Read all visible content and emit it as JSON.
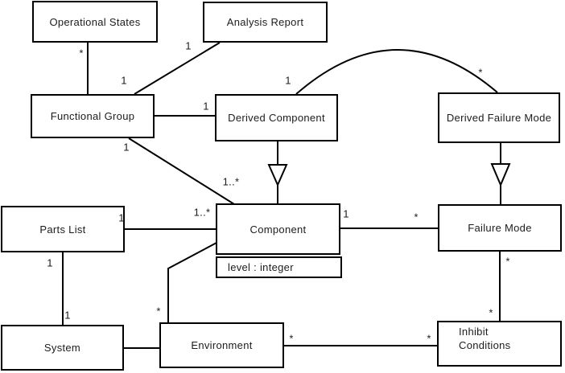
{
  "diagram": {
    "type": "uml-class-diagram",
    "colors": {
      "background": "#ffffff",
      "box_fill": "#ffffff",
      "box_border": "#000000",
      "line": "#000000",
      "text": "#1c1c1c"
    },
    "nodes": {
      "operational_states": {
        "label": "Operational States"
      },
      "analysis_report": {
        "label": "Analysis Report"
      },
      "functional_group": {
        "label": "Functional Group"
      },
      "derived_component": {
        "label": "Derived Component"
      },
      "derived_failure_mode": {
        "label": "Derived Failure Mode"
      },
      "parts_list": {
        "label": "Parts List"
      },
      "component": {
        "label": "Component",
        "attribute": "level : integer"
      },
      "failure_mode": {
        "label": "Failure Mode"
      },
      "system": {
        "label": "System"
      },
      "environment": {
        "label": "Environment"
      },
      "inhibit_conditions": {
        "label": "Inhibit\nConditions"
      }
    },
    "associations": [
      {
        "from": "Functional Group",
        "to": "Operational States",
        "from_mult": "1",
        "to_mult": "*"
      },
      {
        "from": "Functional Group",
        "to": "Analysis Report",
        "to_mult": "1"
      },
      {
        "from": "Functional Group",
        "to": "Derived Component",
        "to_mult": "1"
      },
      {
        "from": "Derived Component",
        "to": "Derived Failure Mode",
        "from_mult": "1",
        "to_mult": "*"
      },
      {
        "from": "Functional Group",
        "to": "Component",
        "from_mult": "1",
        "to_mult": "1..*"
      },
      {
        "from": "Parts List",
        "to": "Component",
        "from_mult": "1",
        "to_mult": "1..*"
      },
      {
        "from": "Component",
        "to": "Failure Mode",
        "from_mult": "1",
        "to_mult": "*"
      },
      {
        "from": "Parts List",
        "to": "System",
        "from_mult": "1",
        "to_mult": "1"
      },
      {
        "from": "System",
        "to": "Environment"
      },
      {
        "from": "Component",
        "to": "Environment",
        "to_mult": "*"
      },
      {
        "from": "Failure Mode",
        "to": "Inhibit Conditions",
        "from_mult": "*",
        "to_mult": "*"
      },
      {
        "from": "Environment",
        "to": "Inhibit Conditions",
        "from_mult": "*",
        "to_mult": "*"
      }
    ],
    "generalizations": [
      {
        "child": "Derived Component",
        "parent": "Component"
      },
      {
        "child": "Derived Failure Mode",
        "parent": "Failure Mode"
      }
    ]
  }
}
